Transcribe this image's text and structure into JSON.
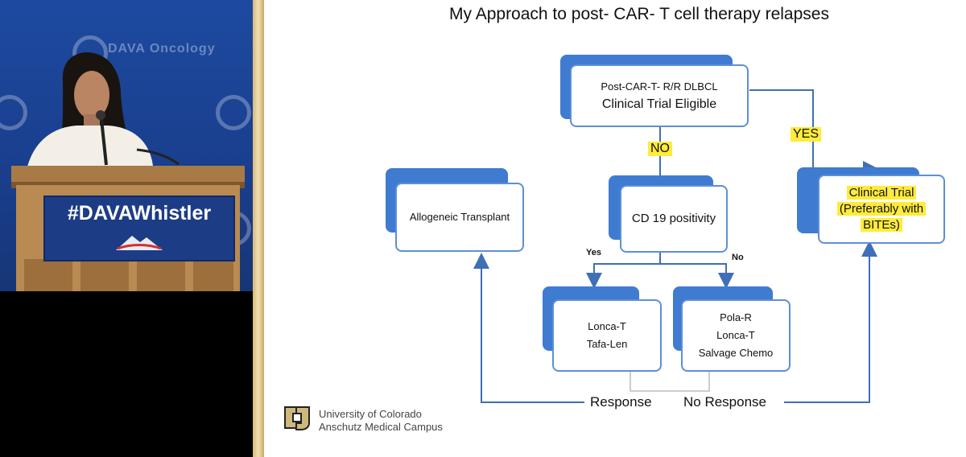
{
  "video": {
    "watermark": "DAVA Oncology",
    "hashtag": "#DAVAWhistler"
  },
  "slide": {
    "title": "My Approach to post- CAR- T cell therapy relapses",
    "nodes": {
      "root": {
        "line1": "Post-CAR-T- R/R DLBCL",
        "line2": "Clinical Trial Eligible"
      },
      "allo": {
        "line1": "Allogeneic Transplant"
      },
      "cd19": {
        "line1": "CD 19 positivity"
      },
      "trial": {
        "line1": "Clinical Trial",
        "line2": "(Preferably with",
        "line3": "BITEs)"
      },
      "yesbox": {
        "line1": "Lonca-T",
        "line2": "Tafa-Len"
      },
      "nobox": {
        "line1": "Pola-R",
        "line2": "Lonca-T",
        "line3": "Salvage Chemo"
      }
    },
    "edge_labels": {
      "no": "NO",
      "yes": "YES",
      "cd19_yes": "Yes",
      "cd19_no": "No",
      "response": "Response",
      "no_response": "No Response"
    },
    "footer": {
      "line1": "University of Colorado",
      "line2": "Anschutz Medical Campus"
    },
    "colors": {
      "accent": "#3f7bd1",
      "highlight": "#ffeb3b"
    }
  }
}
